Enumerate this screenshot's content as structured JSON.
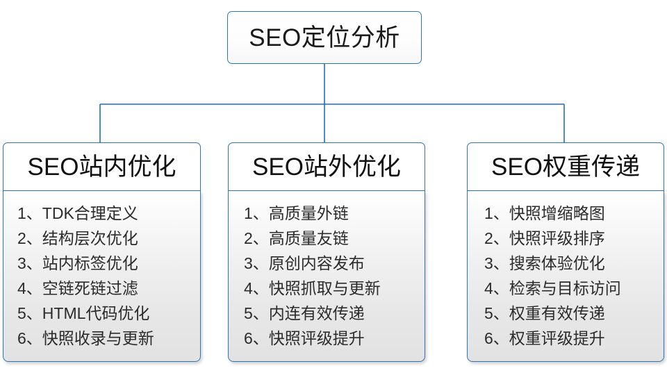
{
  "diagram": {
    "root": {
      "label": "SEO定位分析"
    },
    "accent_color": "#2E75B6",
    "text_color": "#1a1a1a",
    "branches": [
      {
        "header": "SEO站内优化",
        "items": [
          "1、TDK合理定义",
          "2、结构层次优化",
          "3、站内标签优化",
          "4、空链死链过滤",
          "5、HTML代码优化",
          "6、快照收录与更新"
        ]
      },
      {
        "header": "SEO站外优化",
        "items": [
          "1、高质量外链",
          "2、高质量友链",
          "3、原创内容发布",
          "4、快照抓取与更新",
          "5、内连有效传递",
          "6、快照评级提升"
        ]
      },
      {
        "header": "SEO权重传递",
        "items": [
          "1、快照增缩略图",
          "2、快照评级排序",
          "3、搜索体验优化",
          "4、检索与目标访问",
          "5、权重有效传递",
          "6、权重评级提升"
        ]
      }
    ]
  }
}
